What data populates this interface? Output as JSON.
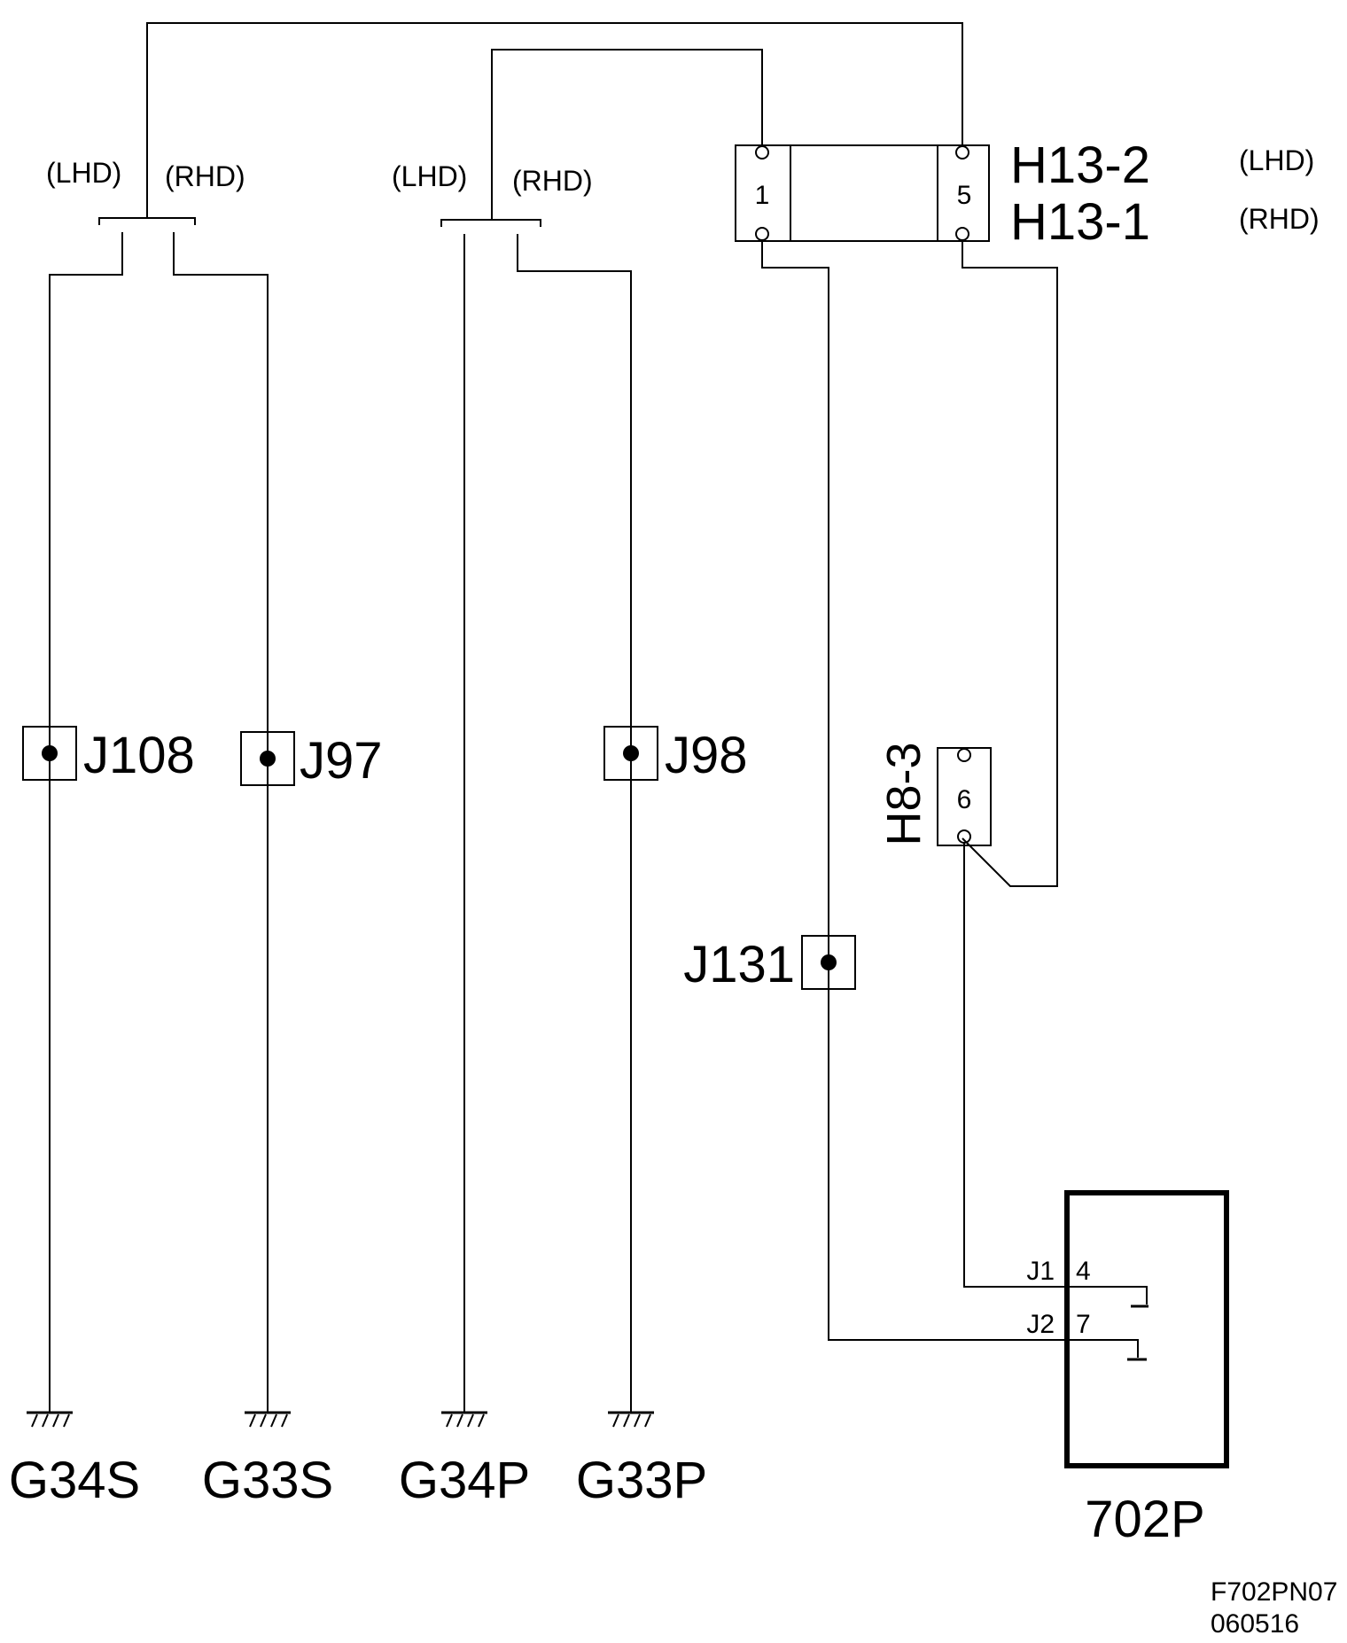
{
  "connectors": {
    "h13_top": "H13-2",
    "h13_bottom": "H13-1",
    "h13_top_variant": "(LHD)",
    "h13_bottom_variant": "(RHD)",
    "h13_pin_left": "1",
    "h13_pin_right": "5",
    "h8": "H8-3",
    "h8_pin": "6"
  },
  "branches": {
    "left_lhd": "(LHD)",
    "left_rhd": "(RHD)",
    "mid_lhd": "(LHD)",
    "mid_rhd": "(RHD)"
  },
  "splices": {
    "j108": "J108",
    "j97": "J97",
    "j98": "J98",
    "j131": "J131"
  },
  "grounds": {
    "g34s": "G34S",
    "g33s": "G33S",
    "g34p": "G34P",
    "g33p": "G33P"
  },
  "component": {
    "name": "702P",
    "pin1_label": "J1",
    "pin1_number": "4",
    "pin2_label": "J2",
    "pin2_number": "7"
  },
  "footer": {
    "code": "F702PN07",
    "date": "060516"
  }
}
